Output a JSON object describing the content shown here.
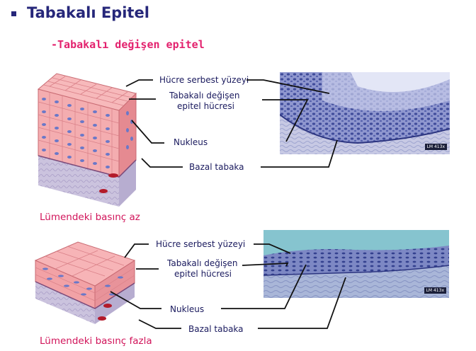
{
  "header": {
    "title": "Tabakalı Epitel",
    "subtitle": "-Tabakalı değişen epitel"
  },
  "panel_top": {
    "labels": {
      "surface": "Hücre serbest yüzeyi",
      "cell_line1": "Tabakalı değişen",
      "cell_line2": "epitel hücresi",
      "nucleus": "Nukleus",
      "basal": "Bazal tabaka"
    },
    "caption": "Lümendeki basınç az",
    "scale_tag": "LM 413x"
  },
  "panel_bottom": {
    "labels": {
      "surface": "Hücre serbest yüzeyi",
      "cell_line1": "Tabakalı değişen",
      "cell_line2": "epitel hücresi",
      "nucleus": "Nukleus",
      "basal": "Bazal tabaka"
    },
    "caption": "Lümendeki basınç fazla",
    "scale_tag": "LM 413x"
  },
  "colors": {
    "title": "#26277a",
    "subtitle": "#e3226e",
    "caption": "#d1145a",
    "tissue_pink": "#f0a0a3",
    "nucleus_blue": "#6a78c8",
    "connective": "#c9c1dc"
  }
}
